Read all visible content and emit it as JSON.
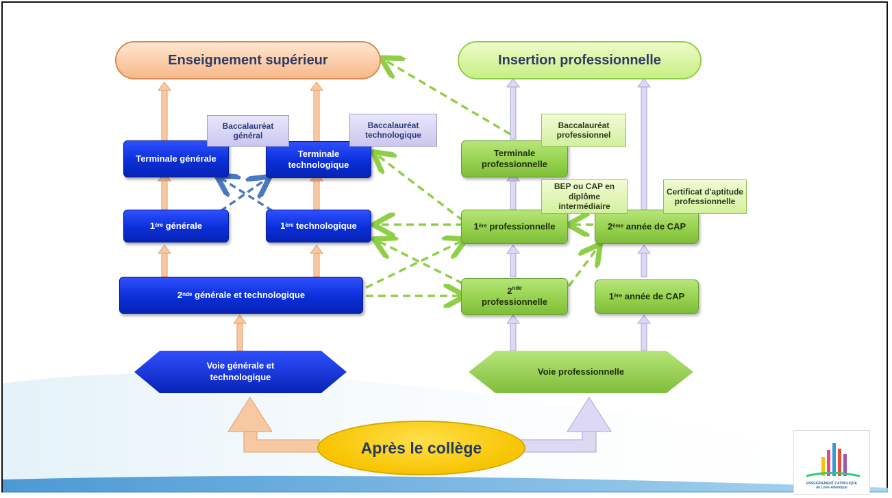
{
  "tops": {
    "superieur": "Enseignement supérieur",
    "insertion": "Insertion professionnelle"
  },
  "general": {
    "terminale_generale": "Terminale générale",
    "terminale_techno": "Terminale technologique",
    "premiere_generale_sup": "ère",
    "premiere_generale": "générale",
    "premiere_techno_sup": "ère",
    "premiere_techno": "technologique",
    "seconde_sup": "nde",
    "seconde": "générale et technologique",
    "voie": "Voie générale et technologique"
  },
  "pro": {
    "terminale_pro": "Terminale professionnelle",
    "premiere_pro_sup": "ère",
    "premiere_pro": "professionnelle",
    "seconde_pro_sup": "nde",
    "seconde_pro": "professionnelle",
    "cap2_sup": "ème",
    "cap2": "année de CAP",
    "cap1_sup": "ère",
    "cap1": "année de CAP",
    "voie": "Voie professionnelle"
  },
  "diplomas": {
    "bac_general": "Baccalauréat général",
    "bac_techno": "Baccalauréat technologique",
    "bac_pro": "Baccalauréat professionnel",
    "bep_cap": "BEP ou CAP en diplôme intermédiaire",
    "cert_cap": "Certificat d'aptitude professionnelle"
  },
  "start": "Après le collège",
  "logo": {
    "line1": "ENSEIGNEMENT CATHOLIQUE",
    "line2": "de Loire-Atlantique"
  },
  "colors": {
    "blue": "#0a2fd8",
    "green": "#96d24d",
    "orange_arrow": "#f7b88a",
    "lavender_arrow": "#cbc7ef",
    "dashed_green": "#8fcf48",
    "dashed_blue": "#4a78c4"
  }
}
